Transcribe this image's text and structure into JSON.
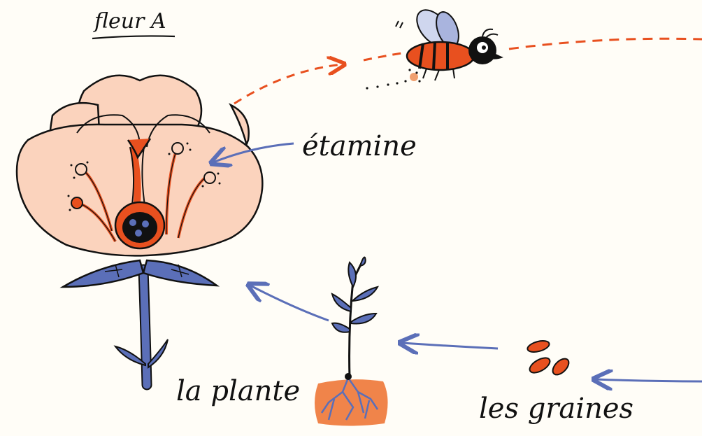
{
  "labels": {
    "title": "fleur A",
    "stamen": "étamine",
    "plant": "la plante",
    "seeds": "les graines"
  },
  "colors": {
    "petal": "#fbd3bd",
    "petal_stroke": "#111111",
    "orange": "#e8501f",
    "blue": "#5b6fb8",
    "soil": "#f0844a",
    "background": "#fffdf7"
  },
  "icons": [
    "flower-icon",
    "bee-icon",
    "seedling-icon",
    "seed-icon"
  ]
}
